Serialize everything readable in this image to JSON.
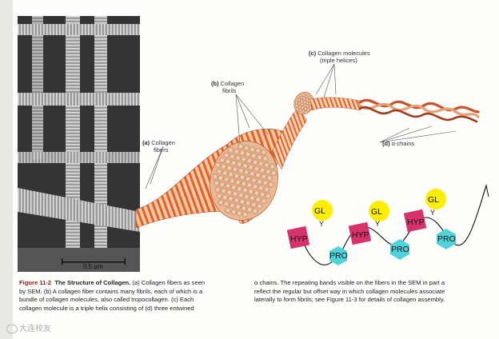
{
  "labels": {
    "a_letter": "(a)",
    "a_text1": "Collagen",
    "a_text2": "fibers",
    "b_letter": "(b)",
    "b_text1": "Collagen",
    "b_text2": "fibrils",
    "c_letter": "(c)",
    "c_text1": "Collagen molecules",
    "c_text2": "(triple helices)",
    "d_letter": "(d)",
    "d_text": "α-chains"
  },
  "scale_bar": "0.5 μm",
  "helix_annotations": {
    "gl": [
      "GL",
      "GL",
      "GL"
    ],
    "hyp": [
      "HYP",
      "HYP",
      "HYP"
    ],
    "pro": [
      "PRO",
      "PRO",
      "PRO"
    ],
    "colors": {
      "gl": "#ffee00",
      "hyp": "#d6336c",
      "pro": "#4fd3d8"
    }
  },
  "caption_left": {
    "fig_no": "Figure 11-2",
    "title": "The Structure of Collagen.",
    "line1": "(a) Collagen fibers as seen",
    "line2": "by SEM. (b) A collagen fiber contains many fibrils, each of which is a",
    "line3": "bundle of collagen molecules, also called tropocollagen. (c) Each",
    "line4": "collagen molecule is a triple helix consisting of (d) three entwined"
  },
  "caption_right": {
    "line1": "α chains. The repeating bands visible on the fibers in the SEM in part a",
    "line2": "reflect the regular but offset way in which collagen molecules associate",
    "line3": "laterally to form fibrils; see Figure 11-3 for details of collagen assembly."
  },
  "watermark": "大连校友"
}
